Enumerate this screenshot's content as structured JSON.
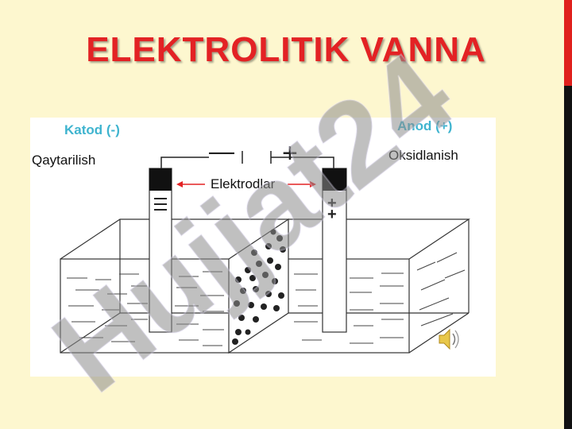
{
  "slide": {
    "title": "ELEKTROLITIK  VANNA",
    "colors": {
      "background": "#fdf7cf",
      "title": "#e32224",
      "label_accent": "#3fb4cf",
      "arrow": "#e32224",
      "watermark": "#a0a0a0"
    }
  },
  "diagram": {
    "cathode_label": "Katod (-)",
    "anode_label": "Anod (+)",
    "cathode_process": "Qaytarilish",
    "anode_process": "Oksidlanish",
    "electrodes_label": "Elektrodlar",
    "minus_sign": "—",
    "plus_sign": "+"
  },
  "watermark": {
    "text": "Hujjat24",
    "icon": "watermark-logo"
  },
  "audio": {
    "icon": "speaker-icon"
  }
}
